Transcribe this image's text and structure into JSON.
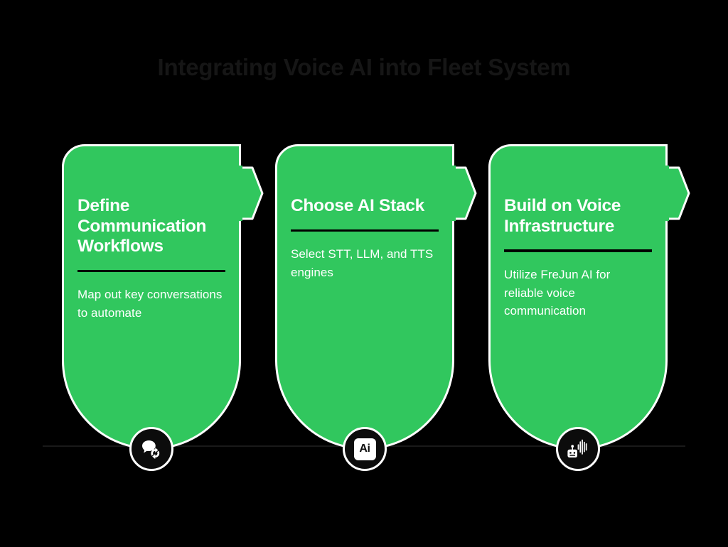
{
  "title": "Integrating Voice AI into Fleet System",
  "theme": {
    "background": "#000000",
    "card_green": "#31c75e",
    "card_border": "#ffffff",
    "heading_color": "#ffffff",
    "divider_color": "#000000",
    "badge_color": "#0c0c0c",
    "title_color": "#161616",
    "connector_color": "#191919"
  },
  "steps": [
    {
      "heading": "Define Communication Workflows",
      "description": "Map out key conversations to automate",
      "icon": "chat-sync-icon"
    },
    {
      "heading": "Choose AI Stack",
      "description": "Select STT, LLM, and TTS engines",
      "icon": "ai-tile-icon",
      "icon_label": "Ai"
    },
    {
      "heading": "Build on Voice Infrastructure",
      "description": "Utilize FreJun AI for reliable voice communication",
      "icon": "voice-robot-icon"
    }
  ]
}
